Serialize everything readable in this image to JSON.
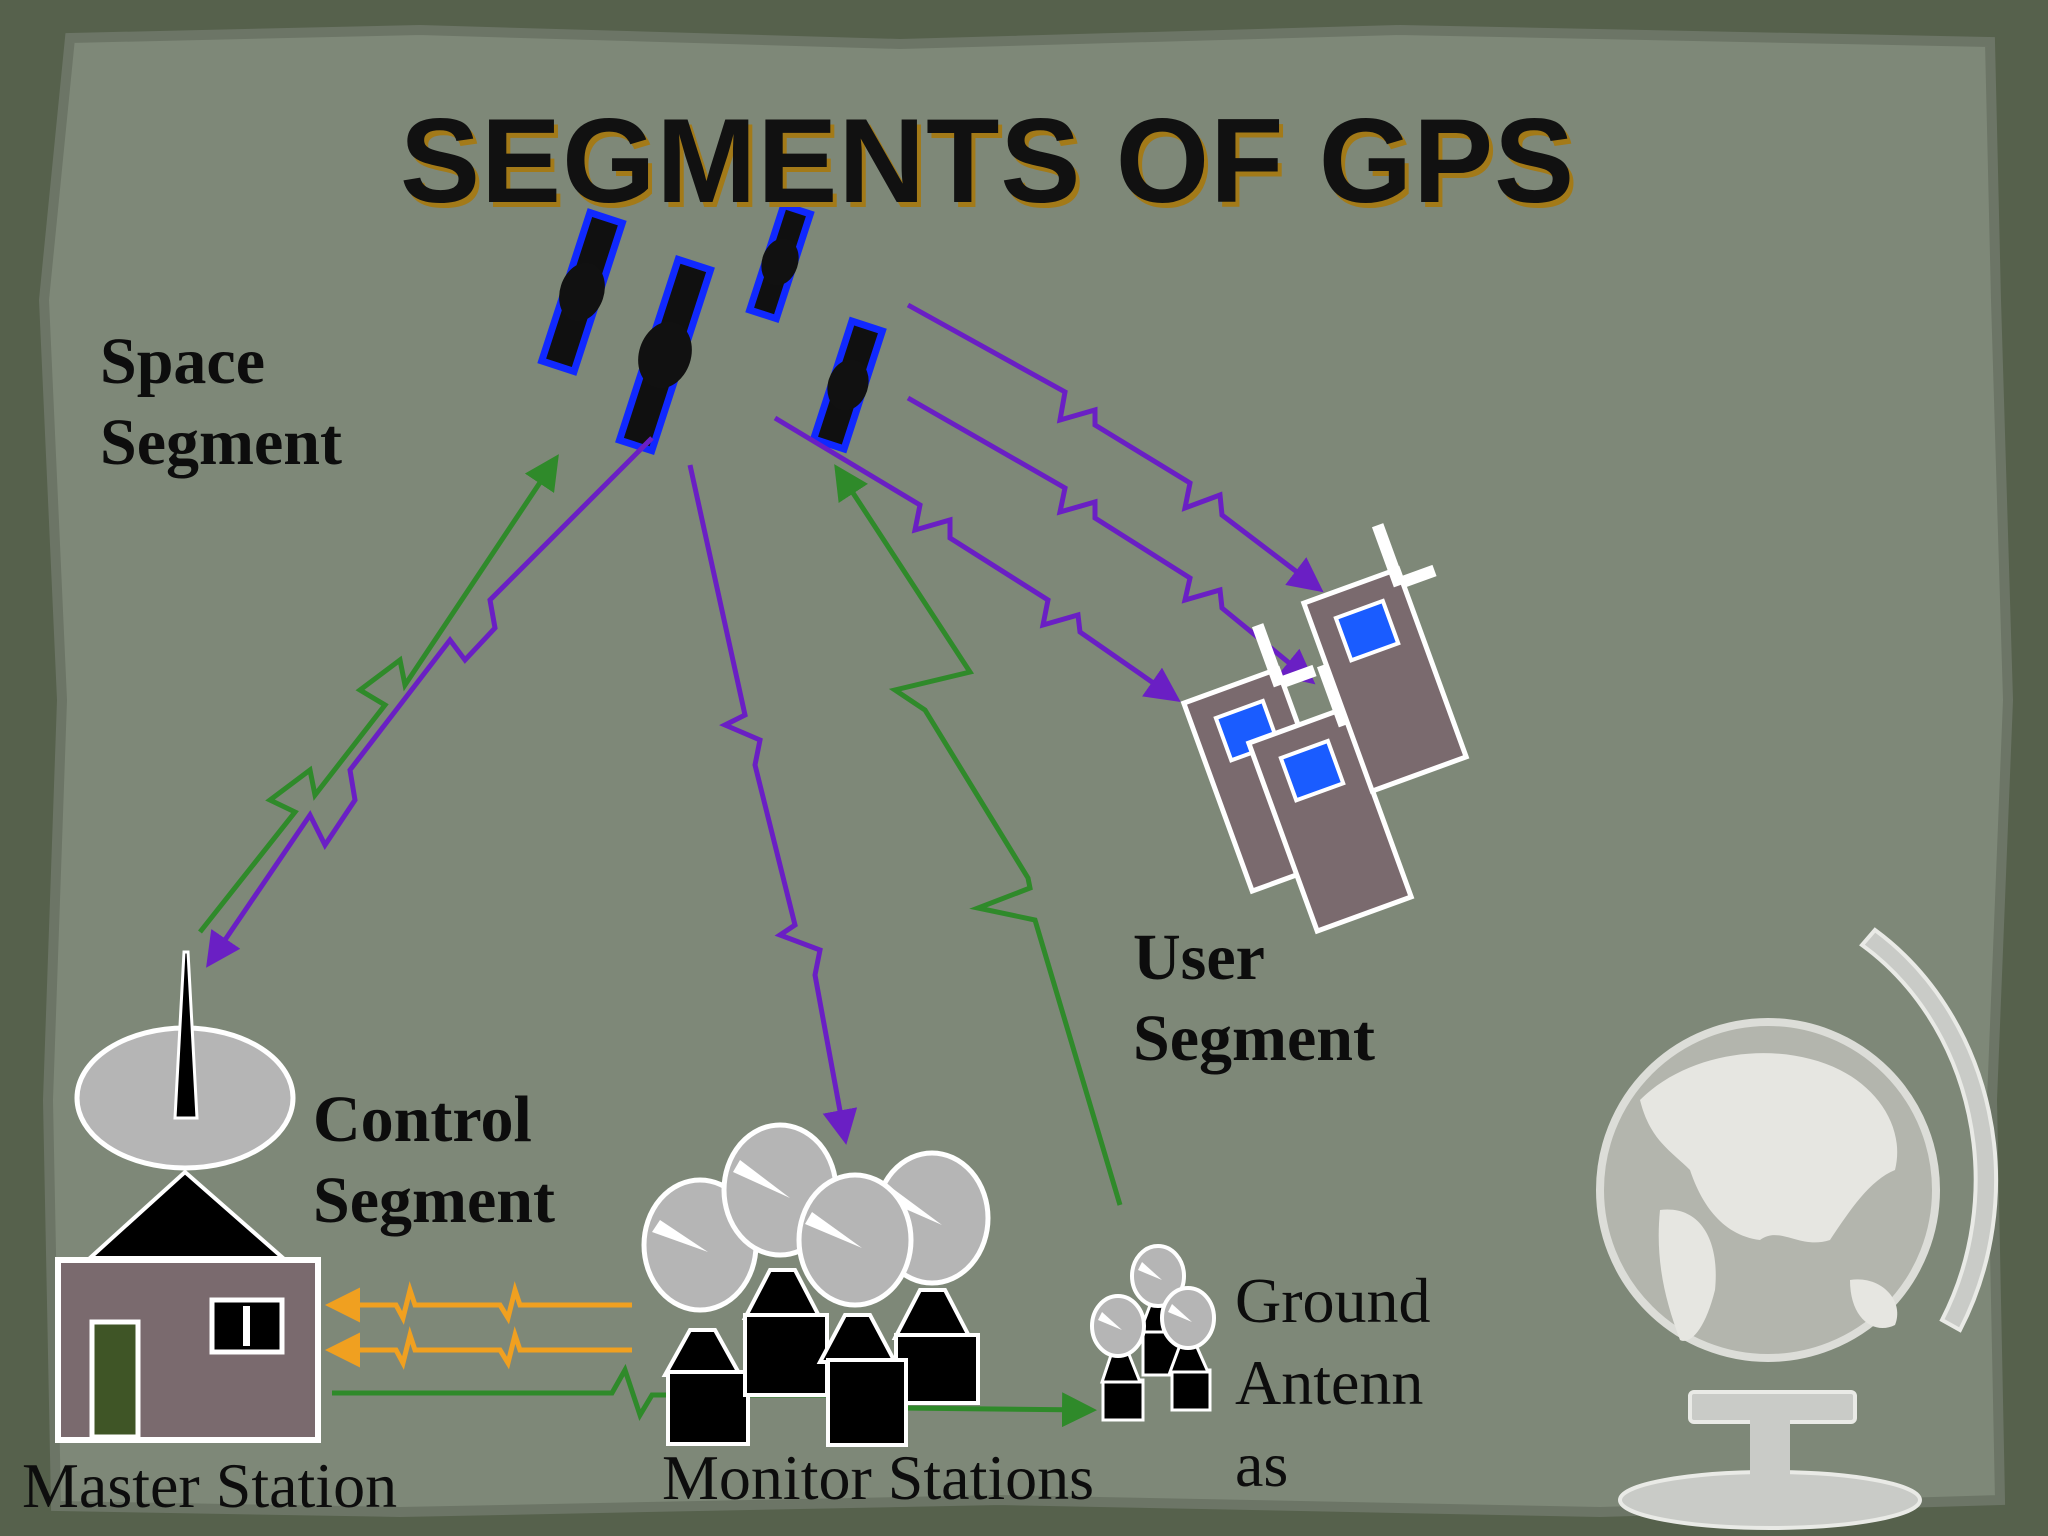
{
  "slide": {
    "title": "SEGMENTS OF GPS",
    "colors": {
      "uplink": "#2f8a2a",
      "downlink": "#6a1fc4",
      "ground_link": "#f0a020",
      "satellite_outline": "#1028ff",
      "receiver_body": "#7a6a6e",
      "receiver_screen": "#1a5cff"
    }
  },
  "segments": {
    "space": {
      "line1": "Space",
      "line2": "Segment"
    },
    "user": {
      "line1": "User",
      "line2": "Segment"
    },
    "control": {
      "line1": "Control",
      "line2": "Segment"
    }
  },
  "stations": {
    "master": "Master Station",
    "monitor": "Monitor Stations",
    "ground_antennas": {
      "line1": "Ground",
      "line2": "Antenn",
      "line3": "as"
    }
  },
  "icons": [
    "satellite-icon",
    "gps-receiver-icon",
    "satellite-dish-icon",
    "house-icon",
    "globe-icon"
  ]
}
